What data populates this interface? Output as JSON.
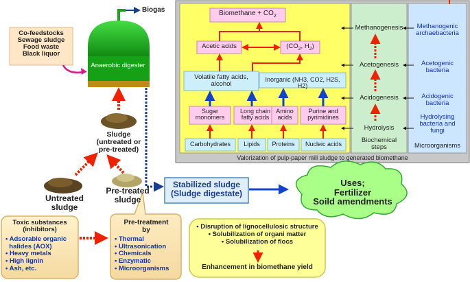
{
  "digester": {
    "label": "Anaerobic digester",
    "biogas": "Biogas",
    "cofeed": [
      "Co-feedstocks",
      "Sewage sludge",
      "Food waste",
      "Black liquor"
    ]
  },
  "sludge": {
    "combined": [
      "Sludge",
      "(untreated or",
      "pre-treated)"
    ],
    "untreated": [
      "Untreated",
      "sludge"
    ],
    "pretreated": [
      "Pre-treated",
      "sludge"
    ]
  },
  "stabilized": [
    "Stabilized sludge",
    "(Sludge digestate)"
  ],
  "uses": [
    "Uses;",
    "Fertilizer",
    "Soild amendments"
  ],
  "toxic": {
    "title": [
      "Toxic substances",
      "(inhibitors)"
    ],
    "items": [
      "Adsorable organic",
      "halides (AOX)",
      "Heavy metals",
      "High lignin",
      "Ash, etc."
    ]
  },
  "pretreatment": {
    "title": [
      "Pre-treatment",
      "by"
    ],
    "items": [
      "Thermal",
      "Ultrasonication",
      "Chemicals",
      "Enzymatic",
      "Microorganisms"
    ]
  },
  "effects": {
    "items": [
      "Disruption of lignocellulosic structure",
      "Solubilization of organi matter",
      "Solubilization of flocs"
    ],
    "result": "Enhancement in biomethane yield"
  },
  "panel": {
    "caption": "Valorization of pulp-paper mill sludge to generated biomethane",
    "biomethane": "Biomethane + CO",
    "biomethane_sub": "2",
    "acetic": "Acetic acids",
    "co2h2": "(CO",
    "co2h2_sub": "2",
    "co2h2_tail": ", H",
    "co2h2_sub2": "2",
    "co2h2_end": ")",
    "vfa": [
      "Volatile fatty acids,",
      "alcohol"
    ],
    "inorganic": "Inorganic (NH3, CO2, H2S, H2)",
    "mid": [
      "Sugar monomers",
      "Long chain fatty acids",
      "Amino acids",
      "Purine and pyrimidines"
    ],
    "bottom": [
      "Carbohydrates",
      "Lipids",
      "Proteins",
      "Nucleic acids"
    ]
  },
  "steps": {
    "title": [
      "Biochemical",
      "steps"
    ],
    "items": [
      "Methanogenesis",
      "Acetogenesis",
      "Acidogenesis",
      "Hydrolysis"
    ]
  },
  "microbes": {
    "title": "Microorganisms",
    "items": [
      [
        "Methanogenic",
        "archaebacteria"
      ],
      [
        "Acetogenic",
        "bacteria"
      ],
      [
        "Acidogenic",
        "bacteria"
      ],
      [
        "Hydrolysing",
        "bacteria and",
        "fungi"
      ]
    ]
  },
  "colors": {
    "panel_bg": "#ffff66",
    "steps_bg": "#cceecc",
    "microbes_bg": "#cce6ff",
    "pink": "#ffccee",
    "cyan": "#cdeefb",
    "arrow_red": "#ee2200",
    "arrow_blue": "#1144cc",
    "text_blue": "#1133aa"
  }
}
